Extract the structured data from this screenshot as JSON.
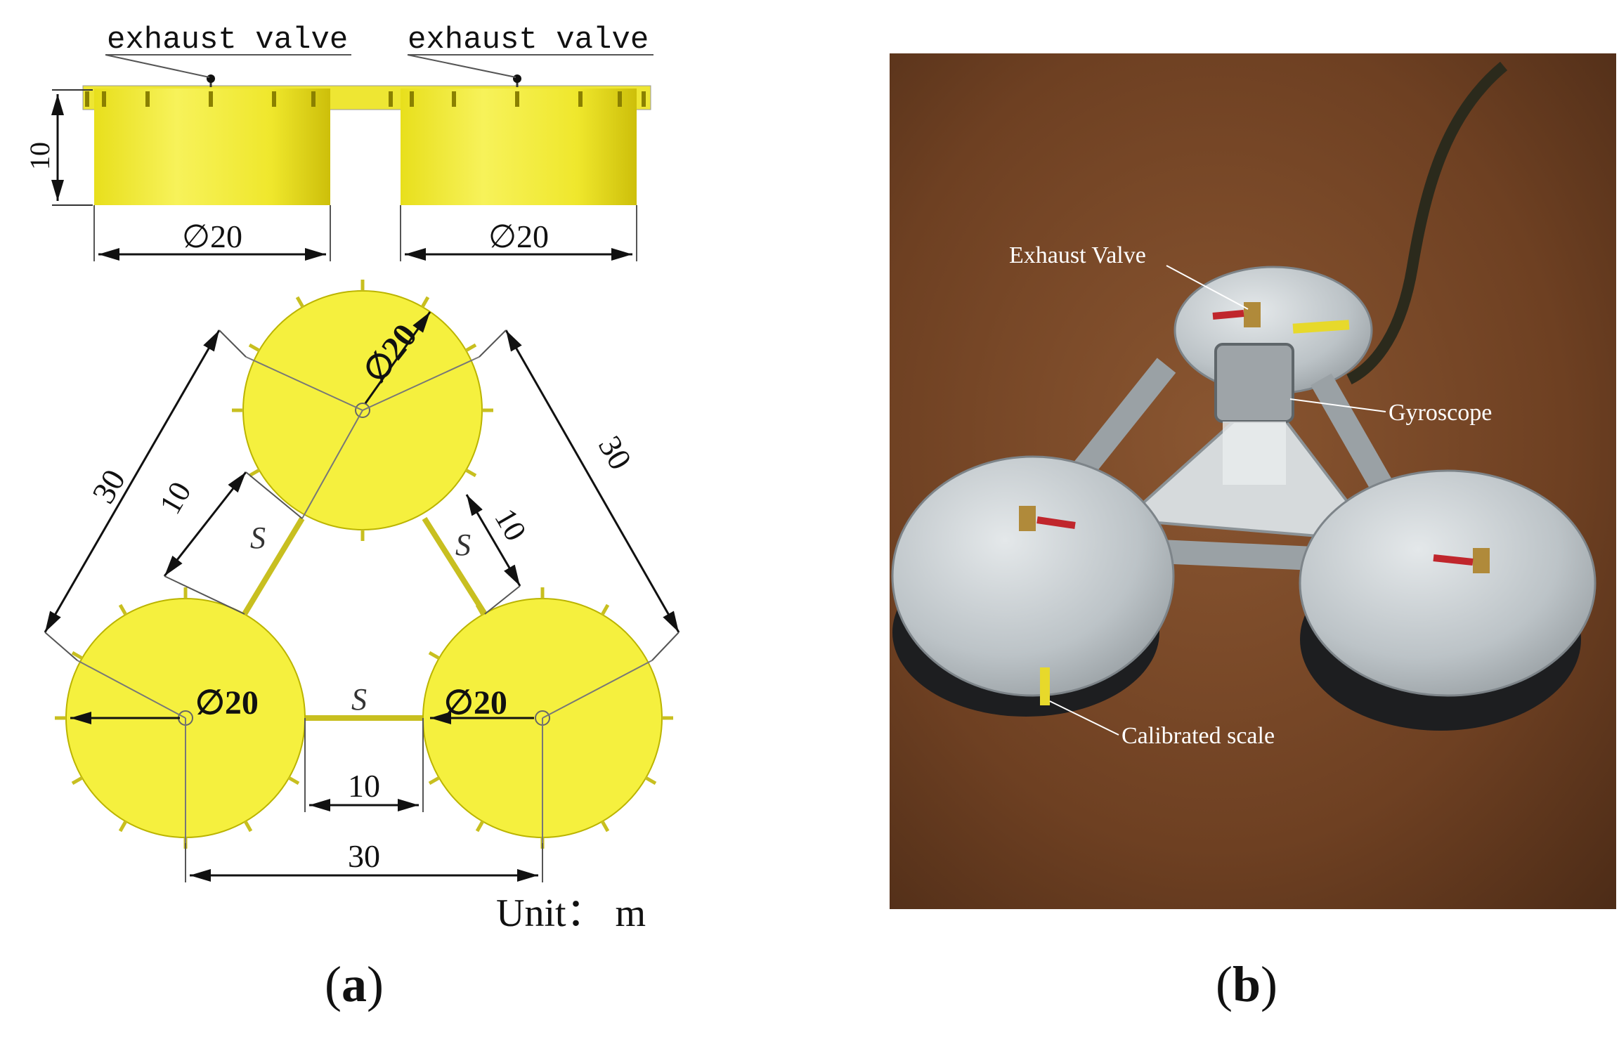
{
  "panel_a": {
    "side_view": {
      "valve_labels": [
        "exhaust valve",
        "exhaust valve"
      ],
      "height_label": "10",
      "diameter_labels": [
        "∅20",
        "∅20"
      ]
    },
    "top_view": {
      "diameter_labels": [
        "∅20",
        "∅20",
        "∅20"
      ],
      "side_labels": [
        "30",
        "30",
        "30"
      ],
      "gap_labels": [
        "10",
        "10",
        "10"
      ],
      "spacing_labels": [
        "S",
        "S",
        "S"
      ]
    },
    "unit_label": "Unit： m",
    "colors": {
      "cylinder": "#f2ef3a",
      "cylinder_shade": "#d8cf10",
      "line": "#222222"
    }
  },
  "panel_b": {
    "labels": {
      "exhaust_valve": "Exhaust Valve",
      "gyroscope": "Gyroscope",
      "calibrated_scale": "Calibrated scale"
    },
    "photo_colors": {
      "water": "#7a4a28",
      "metal": "#c9cfd3"
    }
  },
  "captions": {
    "a_open": "(",
    "a_letter": "a",
    "a_close": ")",
    "b_open": "(",
    "b_letter": "b",
    "b_close": ")"
  }
}
